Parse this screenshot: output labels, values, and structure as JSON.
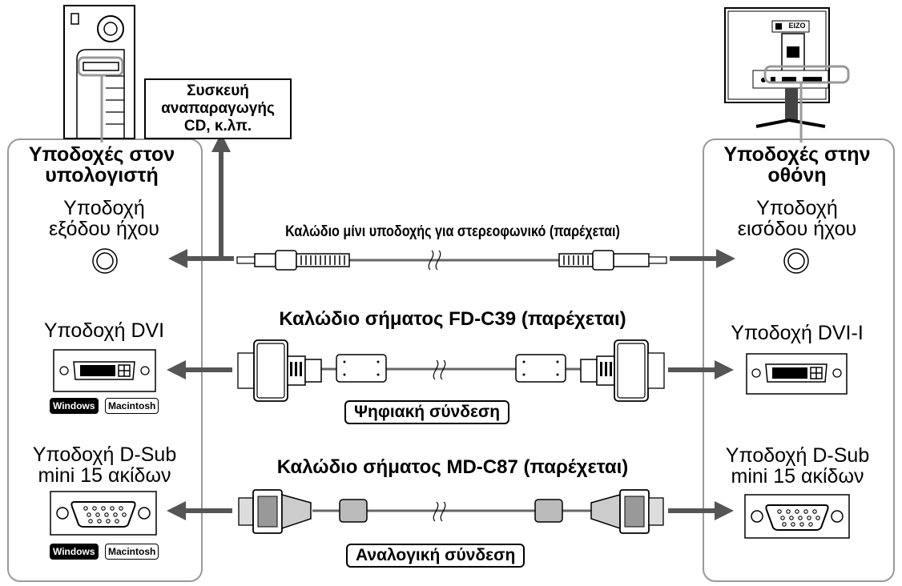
{
  "computer_panel": {
    "title": "Υποδοχές στον υπολογιστή",
    "audio_label": "Υποδοχή εξόδου ήχου",
    "dvi_label": "Υποδοχή DVI",
    "dsub_label": "Υποδοχή D-Sub mini 15 ακίδων",
    "badge_windows": "Windows",
    "badge_mac": "Macintosh"
  },
  "monitor_panel": {
    "title": "Υποδοχές στην οθόνη",
    "audio_label": "Υποδοχή εισόδου ήχου",
    "dvi_label": "Υποδοχή DVI-I",
    "dsub_label": "Υποδοχή D-Sub mini 15 ακίδων"
  },
  "cables": {
    "audio": "Καλώδιο μίνι υποδοχής για στερεοφωνικό (παρέχεται)",
    "dvi": "Καλώδιο σήματος FD-C39 (παρέχεται)",
    "vga": "Καλώδιο σήματος MD-C87 (παρέχεται)",
    "digital": "Ψηφιακή σύνδεση",
    "analog": "Αναλογική σύνδεση"
  },
  "cd_player": {
    "line1": "Συσκευή αναπαραγωγής",
    "line2": "CD, κ.λπ."
  },
  "monitor_logo": "EIZO",
  "colors": {
    "arrow": "#555555",
    "panel_border": "#999999",
    "cable": "#777777"
  }
}
